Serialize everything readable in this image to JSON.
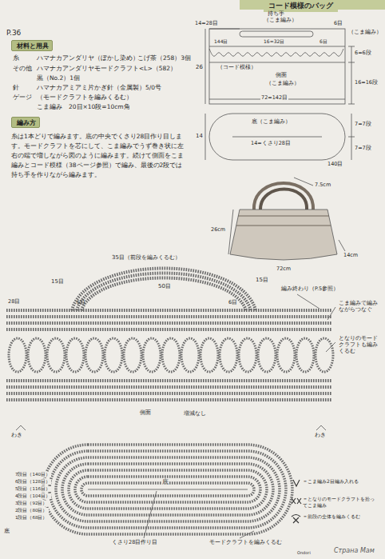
{
  "diagram": {
    "title": "コード模様のバッグ",
    "nodes": [
      {
        "text": [
          "材料と用具"
        ]
      },
      {
        "text": [
          "編み方"
        ]
      }
    ],
    "labels": [
      "P.36",
      "糸",
      "ハマナカアンダリヤ（ぼかし染め）",
      "こげ茶（258）3個",
      "その他",
      "ハマナカアンダリヤモードクラフト<L>（582）",
      "黒（No.2）1個",
      "針",
      "ハマナカアミアミ片かぎ針（金属製）5/0号",
      "ゲージ",
      "（モードクラフトを編みくるむ）",
      "こま編み　20目×10段=10cm角",
      "糸は1本どりで編みます。底の中央でくさり28目作り目します。モードクラフトを芯にして、こま編みでうず巻き状に左右の端で増しながら図のように編みます。続けて側面をこま編みとコード模様（38ページ参照）で編み、最後の2段では持ち手を作りながら編みます。",
      "持ち手",
      "（こま編み）",
      "14=28目",
      "6目",
      "（こま編み）",
      "144目",
      "16=32目",
      "6目",
      "6=6段",
      "（コード模様）",
      "側面",
      "（こま編み）",
      "26",
      "16=16段",
      "72=142目",
      "底（こま編み）",
      "7=7段",
      "7=7段",
      "14",
      "14=くさり28目",
      "140目",
      "7.5cm",
      "26cm",
      "72cm",
      "14cm",
      "35目（前段を編みくるむ）",
      "50目",
      "15目",
      "15目",
      "28目",
      "6目",
      "6目",
      "編み終わり（P.5参照）",
      "こま編みで編みながらつなぐ",
      "となりのモードクラフトも編みくるむ",
      "側面",
      "増減なし",
      "わき",
      "わき",
      "底",
      "7段目（140目）",
      "6段目（128目）",
      "5段目（116目）",
      "4段目（104目）",
      "3段目（92目）",
      "2段目（80目）",
      "1段目（68目）",
      "底",
      "くさり28目作り目",
      "モードクラフトを編みくるむ",
      "Ondori",
      "Страна Мам"
    ],
    "legend": [
      {
        "text": "＝こま編み2目編み入れる"
      },
      {
        "text": "＝となりのモードクラフトを拾ってこま編み"
      },
      {
        "text": "＝前段の全体を編みくるむ"
      }
    ]
  }
}
